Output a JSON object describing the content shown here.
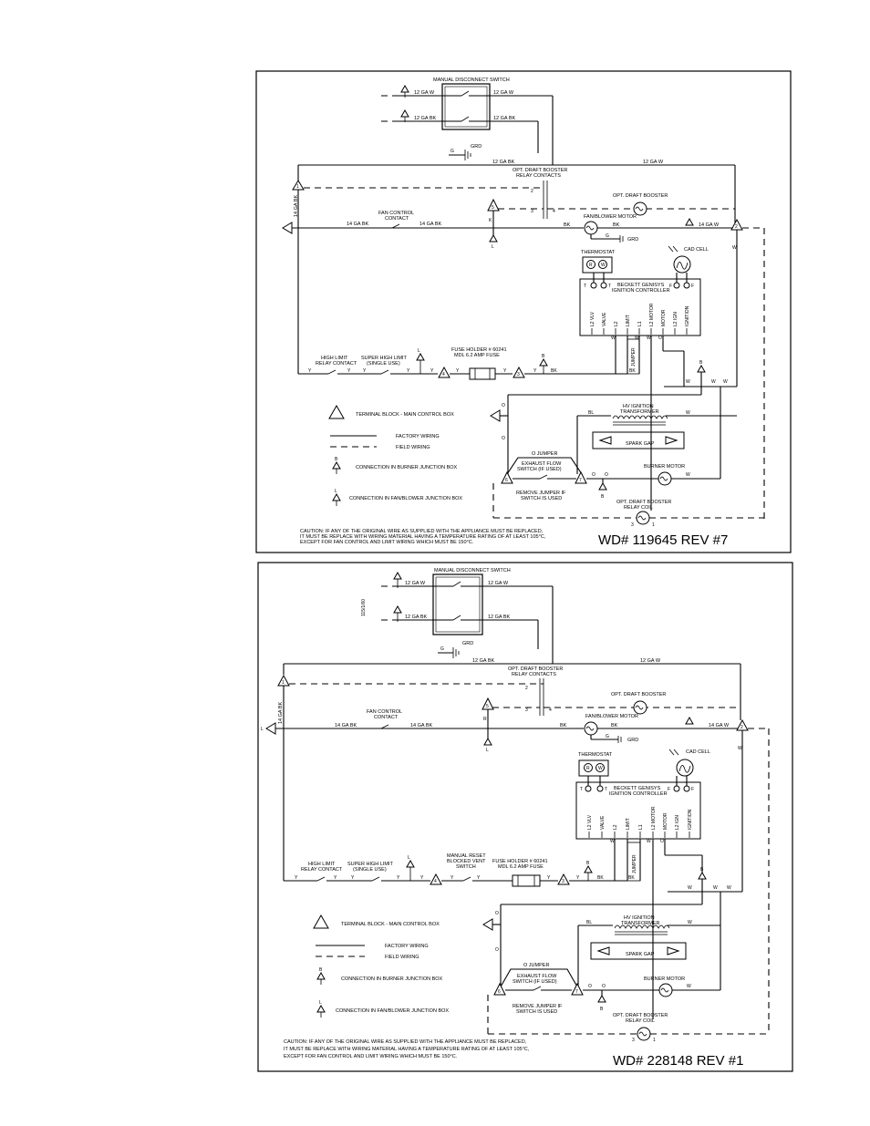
{
  "diagrams": [
    {
      "id": "top",
      "wd": "WD# 119645   REV #7",
      "labels": {
        "manual_disconnect": "MANUAL DISCONNECT SWITCH",
        "ga_w_1": "12 GA W",
        "ga_w_2": "12 GA W",
        "ga_bk_1": "12 GA BK",
        "ga_bk_2": "12 GA BK",
        "g": "G",
        "grd": "GRD",
        "ga_bk_top": "12 GA BK",
        "ga_w_top": "12 GA W",
        "draft_contacts_1": "OPT. DRAFT BOOSTER",
        "draft_contacts_2": "RELAY CONTACTS",
        "opt_draft_booster": "OPT. DRAFT BOOSTER",
        "ga14_bk_vert": "14 GA BK",
        "fan_control_1": "FAN CONTROL",
        "fan_control_2": "CONTACT",
        "ga14_bk_a": "14 GA BK",
        "ga14_bk_b": "14 GA BK",
        "ga14_w": "14 GA W",
        "fan_blower": "FAN/BLOWER MOTOR",
        "bk1": "BK",
        "bk2": "BK",
        "grd2": "GRD",
        "thermostat": "THERMOSTAT",
        "cad_cell": "CAD CELL",
        "controller_1": "BECKETT GENISYS",
        "controller_2": "IGNITION CONTROLLER",
        "high_limit_1": "HIGH LIMIT",
        "high_limit_2": "RELAY CONTACT",
        "super_limit_1": "SUPER HIGH LIMIT",
        "super_limit_2": "(SINGLE USE)",
        "fuse_1": "FUSE HOLDER # 60241",
        "fuse_2": "MDL 6.2 AMP FUSE",
        "jumper": "JUMPER",
        "hv_1": "HV IGNITION",
        "hv_2": "TRANSFORMER",
        "spark_gap": "SPARK GAP",
        "bl": "BL",
        "o_jumper": "O JUMPER",
        "exhaust_1": "EXHAUST FLOW",
        "exhaust_2": "SWITCH (IF USED)",
        "remove_1": "REMOVE JUMPER IF",
        "remove_2": "SWITCH IS USED",
        "burner_motor": "BURNER MOTOR",
        "coil_1": "OPT. DRAFT BOOSTER",
        "coil_2": "RELAY COIL",
        "legend_terminal": "TERMINAL BLOCK - MAIN CONTROL BOX",
        "legend_factory": "FACTORY WIRING",
        "legend_field": "FIELD WIRING",
        "legend_burner": "CONNECTION IN BURNER JUNCTION BOX",
        "legend_fan": "CONNECTION IN FAN/BLOWER JUNCTION BOX",
        "caution_1": "CAUTION: IF ANY OF THE ORIGINAL WIRE AS SUPPLIED WITH THE APPLIANCE MUST BE REPLACED,",
        "caution_2": "IT MUST BE REPLACE WITH WIRING MATERIAL HAVING A TEMPERATURE RATING OF AT LEAST 105°C,",
        "caution_3": "EXCEPT FOR FAN CONTROL AND LIMIT WIRING WHICH MUST BE 150°C."
      }
    },
    {
      "id": "bottom",
      "wd": "WD# 228148  REV #1",
      "labels": {
        "manual_disconnect": "MANUAL DISCONNECT SWITCH",
        "voltage": "115/1/60",
        "ga_w_1": "12 GA W",
        "ga_w_2": "12 GA W",
        "ga_bk_1": "12 GA BK",
        "ga_bk_2": "12 GA BK",
        "g": "G",
        "grd": "GRD",
        "ga_bk_top": "12 GA BK",
        "ga_w_top": "12 GA W",
        "draft_contacts_1": "OPT. DRAFT BOOSTER",
        "draft_contacts_2": "RELAY CONTACTS",
        "opt_draft_booster": "OPT. DRAFT BOOSTER",
        "ga14_bk_vert": "14 GA BK",
        "fan_control_1": "FAN CONTROL",
        "fan_control_2": "CONTACT",
        "ga14_bk_a": "14 GA BK",
        "ga14_bk_b": "14 GA BK",
        "ga14_w": "14 GA W",
        "fan_blower": "FAN/BLOWER MOTOR",
        "bk1": "BK",
        "bk2": "BK",
        "grd2": "GRD",
        "thermostat": "THERMOSTAT",
        "cad_cell": "CAD CELL",
        "controller_1": "BECKETT GENISYS",
        "controller_2": "IGNITION CONTROLLER",
        "high_limit_1": "HIGH LIMIT",
        "high_limit_2": "RELAY CONTACT",
        "super_limit_1": "SUPER HIGH LIMIT",
        "super_limit_2": "(SINGLE USE)",
        "reset_1": "MANUAL RESET",
        "reset_2": "BLOCKED VENT",
        "reset_3": "SWITCH",
        "fuse_1": "FUSE HOLDER # 60241",
        "fuse_2": "MDL 6.2 AMP FUSE",
        "jumper": "JUMPER",
        "hv_1": "HV IGNITION",
        "hv_2": "TRANSFORMER",
        "spark_gap": "SPARK GAP",
        "bl": "BL",
        "o_jumper": "O JUMPER",
        "exhaust_1": "EXHAUST FLOW",
        "exhaust_2": "SWITCH (IF USED)",
        "remove_1": "REMOVE JUMPER IF",
        "remove_2": "SWITCH IS USED",
        "burner_motor": "BURNER MOTOR",
        "coil_1": "OPT. DRAFT BOOSTER",
        "coil_2": "RELAY COIL",
        "legend_terminal": "TERMINAL BLOCK - MAIN CONTROL BOX",
        "legend_factory": "FACTORY WIRING",
        "legend_field": "FIELD WIRING",
        "legend_burner": "CONNECTION IN BURNER JUNCTION BOX",
        "legend_fan": "CONNECTION IN FAN/BLOWER JUNCTION BOX",
        "caution_1": "CAUTION: IF ANY OF THE ORIGINAL WIRE AS SUPPLIED WITH THE APPLIANCE MUST BE REPLACED,",
        "caution_2": "IT MUST BE REPLACE WITH WIRING MATERIAL HAVING A TEMPERATURE RATING OF AT LEAST 105°C,",
        "caution_3": "EXCEPT FOR FAN CONTROL AND LIMIT WIRING WHICH MUST BE 150°C."
      }
    }
  ],
  "controller_terminals": [
    "L2 VLV",
    "VALVE",
    "L2",
    "LIMIT",
    "L1",
    "L2 MOTOR",
    "MOTOR",
    "L2 IGN",
    "IGNITION"
  ],
  "controller_terminals_bottom": [
    "L2 VLV",
    "VALVE",
    "L2",
    "LIMIT",
    "L1",
    "L2 MOTOR",
    "MOTOR",
    "L2 IGN",
    "IGNITION"
  ],
  "thermostat_terminals": [
    "R",
    "W"
  ],
  "terminal_tags": [
    "T",
    "T",
    "F",
    "F"
  ],
  "wire_tags": [
    "Y",
    "W",
    "O",
    "B",
    "L",
    "K",
    "R",
    "S",
    "G",
    "3",
    "1",
    "2",
    "4",
    "5",
    "6",
    "7",
    "8"
  ]
}
